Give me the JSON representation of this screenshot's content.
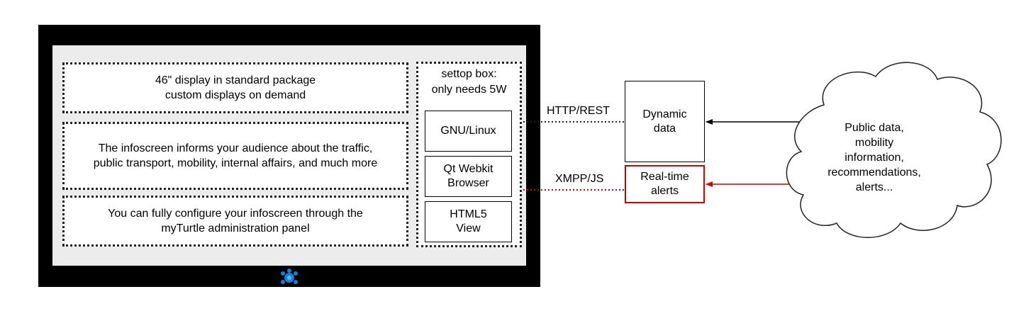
{
  "screen_panels": [
    {
      "text": "46\" display in standard package\ncustom displays on demand"
    },
    {
      "text": "The infoscreen informs your audience about the traffic,\npublic transport, mobility, internal affairs, and much more"
    },
    {
      "text": "You can fully configure your infoscreen through the\nmyTurtle administration panel"
    }
  ],
  "settop_box": {
    "label": "settop box:\nonly needs 5W",
    "components": [
      "GNU/Linux",
      "Qt Webkit\nBrowser",
      "HTML5\nView"
    ]
  },
  "connections": {
    "http_label": "HTTP/REST",
    "xmpp_label": "XMPP/JS"
  },
  "dynamic_data": "Dynamic\ndata",
  "realtime_alerts": "Real-time\nalerts",
  "cloud": "Public data, mobility\ninformation,\nrecommendations,\nalerts...",
  "colors": {
    "alert_red": "#d40000",
    "monitor_frame": "#000000",
    "screen_bg": "#ececec",
    "logo_blue": "#1a7fd4"
  },
  "icons": {
    "logo": "turtle-logo-icon"
  }
}
